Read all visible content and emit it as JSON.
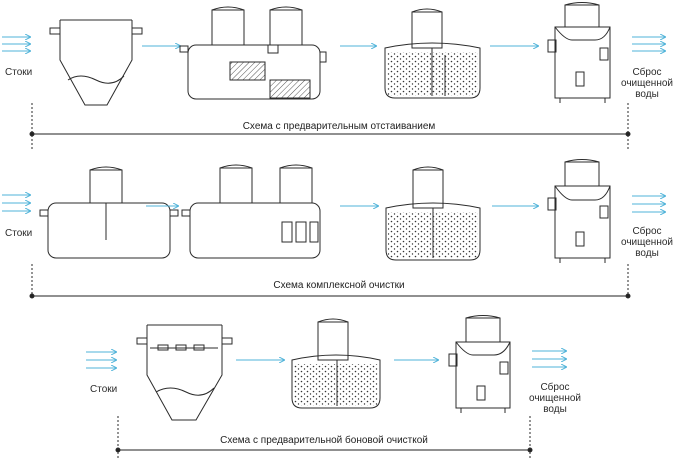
{
  "row1": {
    "input_label": "Стоки",
    "output_label": [
      "Сброс",
      "очищенной",
      "воды"
    ],
    "caption": "Схема с предварительным отстаиванием"
  },
  "row2": {
    "input_label": "Стоки",
    "output_label": [
      "Сброс",
      "очищенной",
      "воды"
    ],
    "caption": "Схема комплексной очистки"
  },
  "row3": {
    "input_label": "Стоки",
    "output_label": [
      "Сброс",
      "очищенной",
      "воды"
    ],
    "caption": "Схема с предварительной боновой очисткой"
  },
  "colors": {
    "stroke": "#2b2b2b",
    "flow_arrow": "#4fb3d9",
    "hatch": "#555555"
  }
}
